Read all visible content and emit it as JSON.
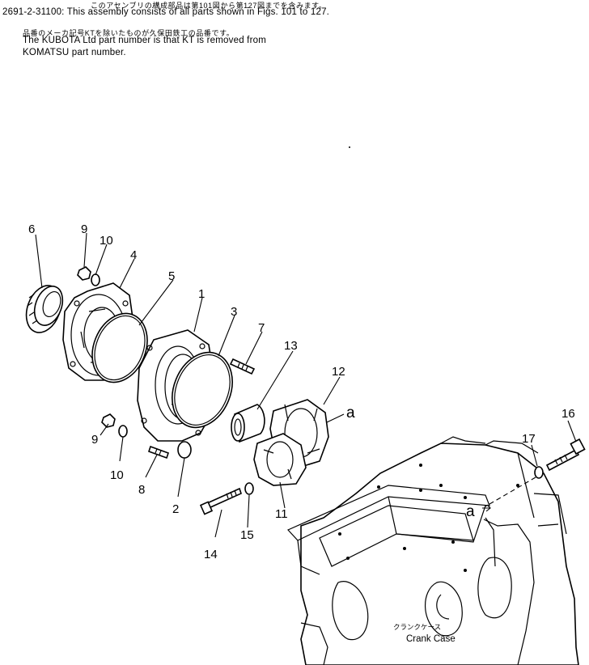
{
  "header": {
    "jp_line1": "このアセンブリの構成部品は第101図から第127図までを含みます。",
    "line1": "2691-2-31100: This assembly consists of all parts shown in Figs. 101 to 127.",
    "jp_line2": "品番のメーカ記号KTを除いたものが久保田鉄工の品番です。",
    "line2": "The KUBOTA Ltd part number is that KT is removed from",
    "line3": "KOMATSU part number."
  },
  "callouts": {
    "c1": "1",
    "c2": "2",
    "c3": "3",
    "c4": "4",
    "c5": "5",
    "c6": "6",
    "c7": "7",
    "c8": "8",
    "c9a": "9",
    "c9b": "9",
    "c10a": "10",
    "c10b": "10",
    "c11": "11",
    "c12": "12",
    "c13": "13",
    "c14": "14",
    "c15": "15",
    "c16": "16",
    "c17": "17",
    "ref_a1": "a",
    "ref_a2": "a"
  },
  "crankcase_label": {
    "jp": "クランクケース",
    "en": "Crank Case"
  }
}
